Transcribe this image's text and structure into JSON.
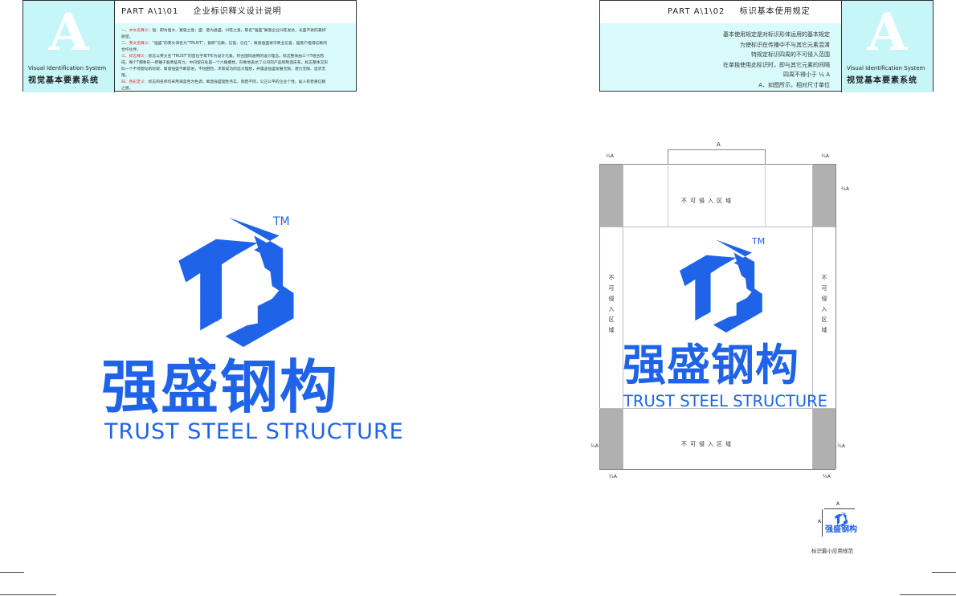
{
  "left_header": {
    "part_label": "PART A\\1\\01",
    "title": "企业标识释义设计说明",
    "badge_letter": "A",
    "badge_en": "Visual Identification System",
    "badge_cn": "视觉基本要素系统",
    "paragraphs": [
      {
        "label": "一、中文名释义：",
        "text": "强：即为强大、富强之意；盛：意为昌盛、兴旺之意。取名“强盛”寓意企业兴旺发达，长盛不衰的美好愿望。"
      },
      {
        "label": "二、英文名释义：",
        "text": "“强盛”的英文译名为“TRUST”，意即“信赖、信誉、信任”，寓意强盛将守商业信誉，是客户值得信赖的合作伙伴。"
      },
      {
        "label": "三、标志释义：",
        "text": "标志以英文名“TRUST”的首位字母T作为设计元素，符合国际通用的设计理念。标志整体由三个T组合而成，每个T都象形一把锤子般勇猛有力，中间留白处是一个六角螺栓，形象地表达了公司的产品和制造床系。标志整体又形似一个不停旋动的轮毂，寓意强盛不断前进，不怕困险，求索成功的远大理想，并蕴含强盛发展无限、潜力无限、追求无限。"
      },
      {
        "label": "四、色彩定义：",
        "text": "标志和名称均采用海蓝色为色调，寓意强盛理性务实，刚直不阿，公正公平的企业个性，侯人有稳重信赖之感。"
      }
    ]
  },
  "right_header": {
    "part_label": "PART A\\1\\02",
    "title": "标识基本使用规定",
    "badge_letter": "A",
    "badge_en": "Visual Identification System",
    "badge_cn": "视觉基本要素系统",
    "rules": [
      "基本使用规定是对标识形体运用的基本规定",
      "为使标识在传播中不与其它元素混淆",
      "特规定标识四周的不可侵入范围",
      "在单独使用此标识时，即与其它元素的间隔",
      "四周不得小于 ¼ A",
      "A．如图所示，相对尺寸单位"
    ]
  },
  "logo": {
    "tm": "TM",
    "name_cn": "强盛钢构",
    "name_en": "TRUST STEEL STRUCTURE",
    "color": "#1f63e8"
  },
  "diagram": {
    "dim_label": "A",
    "no_entry_zone": "不可侵入区域",
    "frac_quarter": "¼A",
    "frac_quarter_alt": "¼A",
    "frac_two_quarter": "²⁄₄A",
    "min_size_label": "A",
    "min_size_caption": "标识最小应用规范"
  },
  "colors": {
    "brand_blue": "#1f63e8",
    "header_bg": "#d9fbfb",
    "badge_bg": "#c6f6f8",
    "zone_gray": "#b0b0b0",
    "accent_red": "#e0262b"
  }
}
